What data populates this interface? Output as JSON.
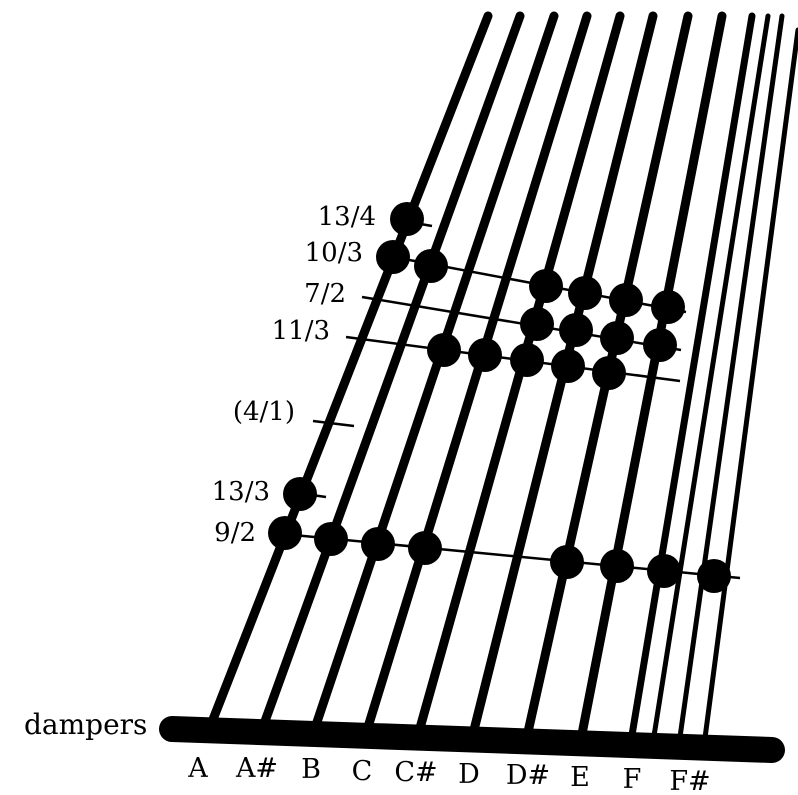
{
  "dampers_label": "dampers",
  "notes": [
    "A",
    "A#",
    "B",
    "C",
    "C#",
    "D",
    "D#",
    "E",
    "F",
    "F#"
  ],
  "ratio_labels": [
    "13/4",
    "10/3",
    "7/2",
    "11/3",
    "(4/1)",
    "13/3",
    "9/2"
  ],
  "ink_color": "#000000"
}
